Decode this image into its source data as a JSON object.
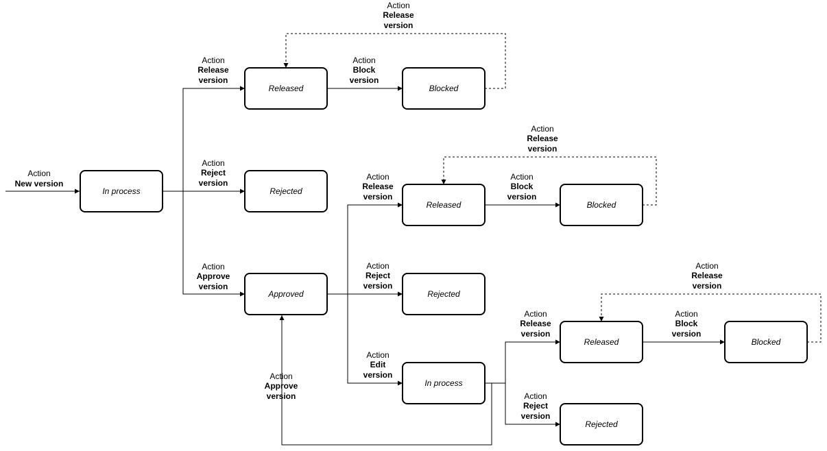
{
  "nodes": {
    "in_process_1": "In process",
    "released_1": "Released",
    "blocked_1": "Blocked",
    "rejected_1": "Rejected",
    "approved": "Approved",
    "released_2": "Released",
    "blocked_2": "Blocked",
    "rejected_2": "Rejected",
    "in_process_2": "In process",
    "released_3": "Released",
    "blocked_3": "Blocked",
    "rejected_3": "Rejected"
  },
  "labels": {
    "new_version": {
      "prefix": "Action",
      "l1": "New version"
    },
    "release_1": {
      "prefix": "Action",
      "l1": "Release",
      "l2": "version"
    },
    "block_1": {
      "prefix": "Action",
      "l1": "Block",
      "l2": "version"
    },
    "re_release_1": {
      "prefix": "Action",
      "l1": "Release",
      "l2": "version"
    },
    "reject_1": {
      "prefix": "Action",
      "l1": "Reject",
      "l2": "version"
    },
    "approve_1": {
      "prefix": "Action",
      "l1": "Approve",
      "l2": "version"
    },
    "release_2": {
      "prefix": "Action",
      "l1": "Release",
      "l2": "version"
    },
    "block_2": {
      "prefix": "Action",
      "l1": "Block",
      "l2": "version"
    },
    "re_release_2": {
      "prefix": "Action",
      "l1": "Release",
      "l2": "version"
    },
    "reject_2": {
      "prefix": "Action",
      "l1": "Reject",
      "l2": "version"
    },
    "edit": {
      "prefix": "Action",
      "l1": "Edit",
      "l2": "version"
    },
    "approve_2": {
      "prefix": "Action",
      "l1": "Approve",
      "l2": "version"
    },
    "release_3": {
      "prefix": "Action",
      "l1": "Release",
      "l2": "version"
    },
    "block_3": {
      "prefix": "Action",
      "l1": "Block",
      "l2": "version"
    },
    "re_release_3": {
      "prefix": "Action",
      "l1": "Release",
      "l2": "version"
    },
    "reject_3": {
      "prefix": "Action",
      "l1": "Reject",
      "l2": "version"
    }
  }
}
